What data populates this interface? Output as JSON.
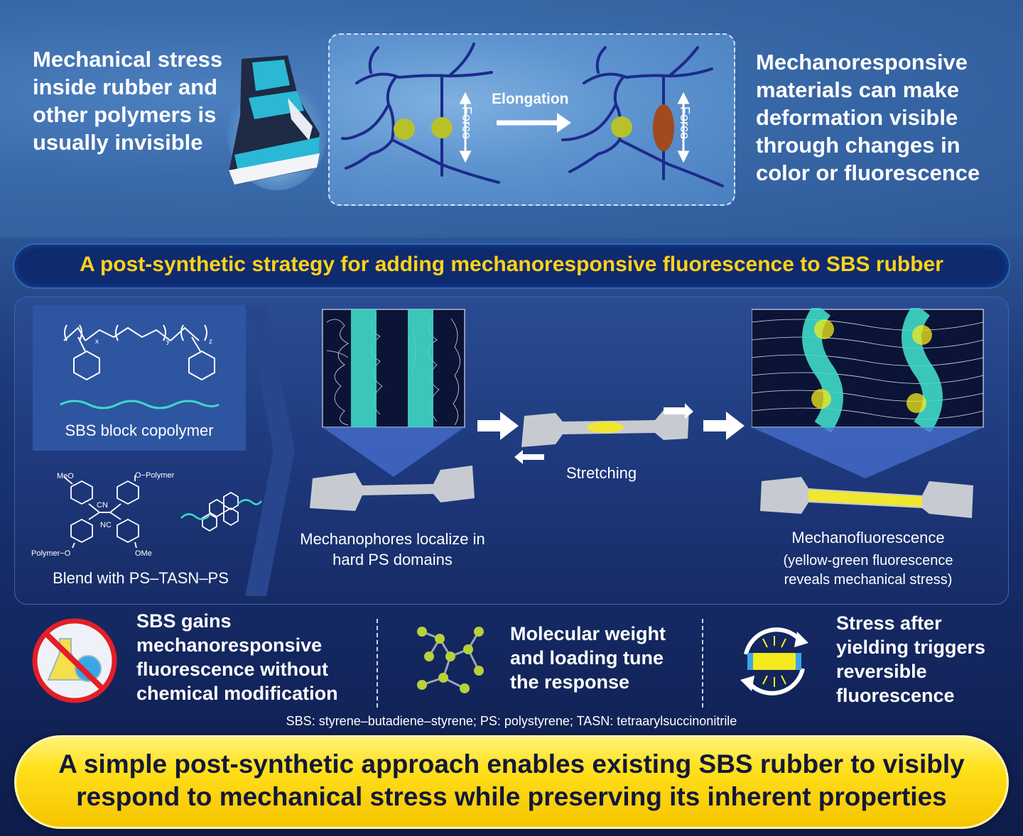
{
  "top": {
    "left_text": "Mechanical stress inside rubber and other polymers is usually invisible",
    "right_text": "Mechanoresponsive materials can make deformation visible through changes in color or fluorescence",
    "elongation_label": "Elongation",
    "force_label_1": "Force",
    "force_label_2": "Force"
  },
  "strategy": {
    "title": "A post-synthetic strategy for adding mechanoresponsive fluorescence to SBS rubber"
  },
  "middle": {
    "sbs_label": "SBS block copolymer",
    "sub_x": "x",
    "sub_y": "y",
    "sub_z": "z",
    "chem_meo": "MeO",
    "chem_opolymer": "O−Polymer",
    "chem_cn": "CN",
    "chem_nc": "NC",
    "chem_polymero": "Polymer−O",
    "chem_ome": "OMe",
    "blend_label": "Blend with PS–TASN–PS",
    "localize_label": "Mechanophores localize in hard PS domains",
    "stretching_label": "Stretching",
    "mechanofluor_title": "Mechanofluorescence",
    "mechanofluor_sub": "(yellow-green fluorescence reveals mechanical stress)"
  },
  "features": {
    "f1": "SBS gains mechanoresponsive fluorescence without chemical modification",
    "f2": "Molecular weight and loading tune the response",
    "f3": "Stress after yielding triggers reversible fluorescence"
  },
  "footnote": "SBS: styrene–butadiene–styrene; PS: polystyrene; TASN: tetraarylsuccinonitrile",
  "conclusion": "A simple post-synthetic approach enables existing SBS rubber to visibly respond to mechanical stress while preserving its inherent properties",
  "colors": {
    "title_yellow": "#ffd21a",
    "chain_blue": "#1c2a8c",
    "bead_yellow": "#b8c12a",
    "bead_brown": "#a04a1e",
    "cyan_domain": "#3fd9c8",
    "fluor_yellow": "#f4ea1e",
    "banner_yellow": "#ffe01a"
  },
  "icons": [
    "shoe-icon",
    "no-chemistry-icon",
    "molecule-network-icon",
    "reversible-cycle-icon"
  ]
}
